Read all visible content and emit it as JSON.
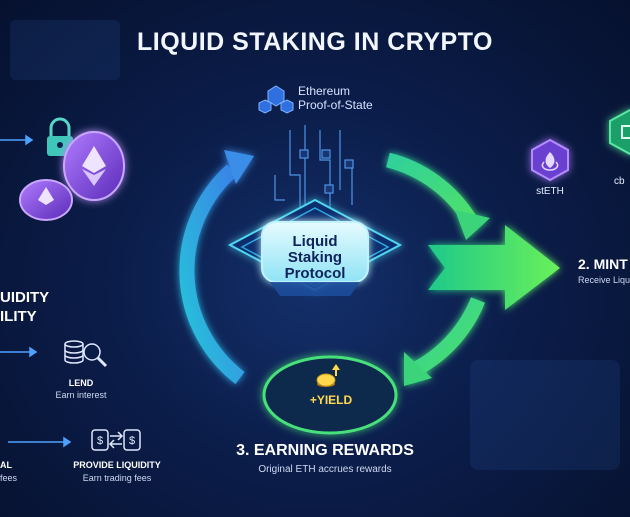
{
  "title": "LIQUID STAKING IN CRYPTO",
  "ethereum_top": {
    "line1": "Ethereum",
    "line2": "Proof-of-State"
  },
  "hub": {
    "line1": "Liquid",
    "line2": "Staking",
    "line3": "Protocol"
  },
  "yield_label": "+YIELD",
  "step3": {
    "title": "3. EARNING REWARDS",
    "subtitle": "Original ETH accrues rewards"
  },
  "step2": {
    "title": "2. MINT",
    "subtitle": "Receive Liqu"
  },
  "tokens": {
    "steth": "stETH",
    "cb": "cb"
  },
  "left_panel": {
    "line1": "UIDITY",
    "line2": "ILITY"
  },
  "lend": {
    "title": "LEND",
    "subtitle": "Earn interest"
  },
  "provide": {
    "title": "PROVIDE LIQUIDITY",
    "subtitle": "Earn trading fees"
  },
  "left_fragments": {
    "line1": "AL",
    "line2": "fees"
  },
  "colors": {
    "blue_arrow": "#3a8ee8",
    "green_arrow": "#3bd47a",
    "hub_cyan": "#4fd6f0",
    "yield_gold": "#ffd84d",
    "token_purple": "#7a46d8"
  },
  "icons": [
    "network-cube-icon",
    "lock-icon",
    "ethereum-coin-icon",
    "steth-token-icon",
    "cb-token-icon",
    "coins-magnifier-icon",
    "dollar-swap-icon",
    "yield-coin-icon"
  ]
}
